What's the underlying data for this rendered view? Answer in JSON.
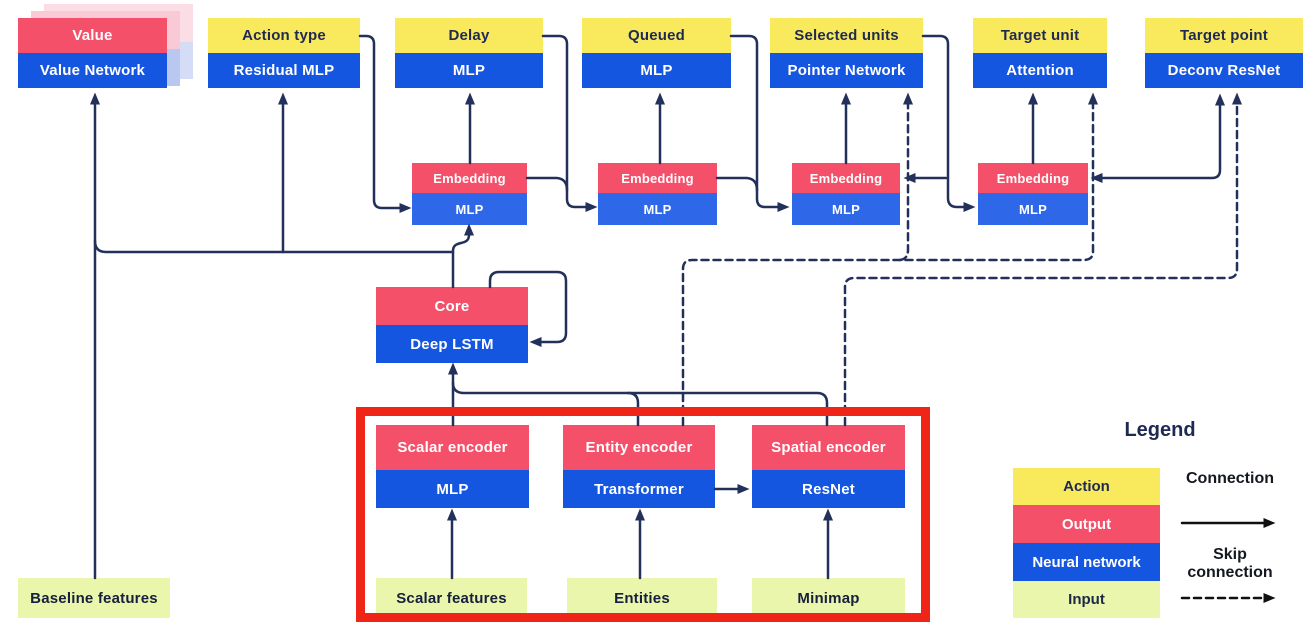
{
  "value_head": {
    "output": "Value",
    "network": "Value Network"
  },
  "action_heads": [
    {
      "action": "Action type",
      "network": "Residual MLP"
    },
    {
      "action": "Delay",
      "network": "MLP"
    },
    {
      "action": "Queued",
      "network": "MLP"
    },
    {
      "action": "Selected units",
      "network": "Pointer Network"
    },
    {
      "action": "Target unit",
      "network": "Attention"
    },
    {
      "action": "Target point",
      "network": "Deconv ResNet"
    }
  ],
  "embeddings": [
    {
      "output": "Embedding",
      "network": "MLP"
    },
    {
      "output": "Embedding",
      "network": "MLP"
    },
    {
      "output": "Embedding",
      "network": "MLP"
    },
    {
      "output": "Embedding",
      "network": "MLP"
    }
  ],
  "core": {
    "output": "Core",
    "network": "Deep LSTM"
  },
  "encoders": [
    {
      "output": "Scalar encoder",
      "network": "MLP"
    },
    {
      "output": "Entity encoder",
      "network": "Transformer"
    },
    {
      "output": "Spatial encoder",
      "network": "ResNet"
    }
  ],
  "inputs": {
    "baseline": "Baseline features",
    "scalar": "Scalar features",
    "entities": "Entities",
    "minimap": "Minimap"
  },
  "legend": {
    "title": "Legend",
    "items": [
      {
        "label": "Action",
        "color": "#f9e95d"
      },
      {
        "label": "Output",
        "color": "#f4506a"
      },
      {
        "label": "Neural network",
        "color": "#1556e1"
      },
      {
        "label": "Input",
        "color": "#eaf6ab"
      }
    ],
    "connection_label": "Connection",
    "skip_connection_label": "Skip connection"
  },
  "colors": {
    "action_yellow": "#f9e95d",
    "output_pink": "#f4506a",
    "network_blue": "#1556e1",
    "embedding_blue": "#2e68e8",
    "input_green": "#eaf6ab",
    "connector_navy": "#22305a",
    "highlight_red": "#ee2517"
  }
}
